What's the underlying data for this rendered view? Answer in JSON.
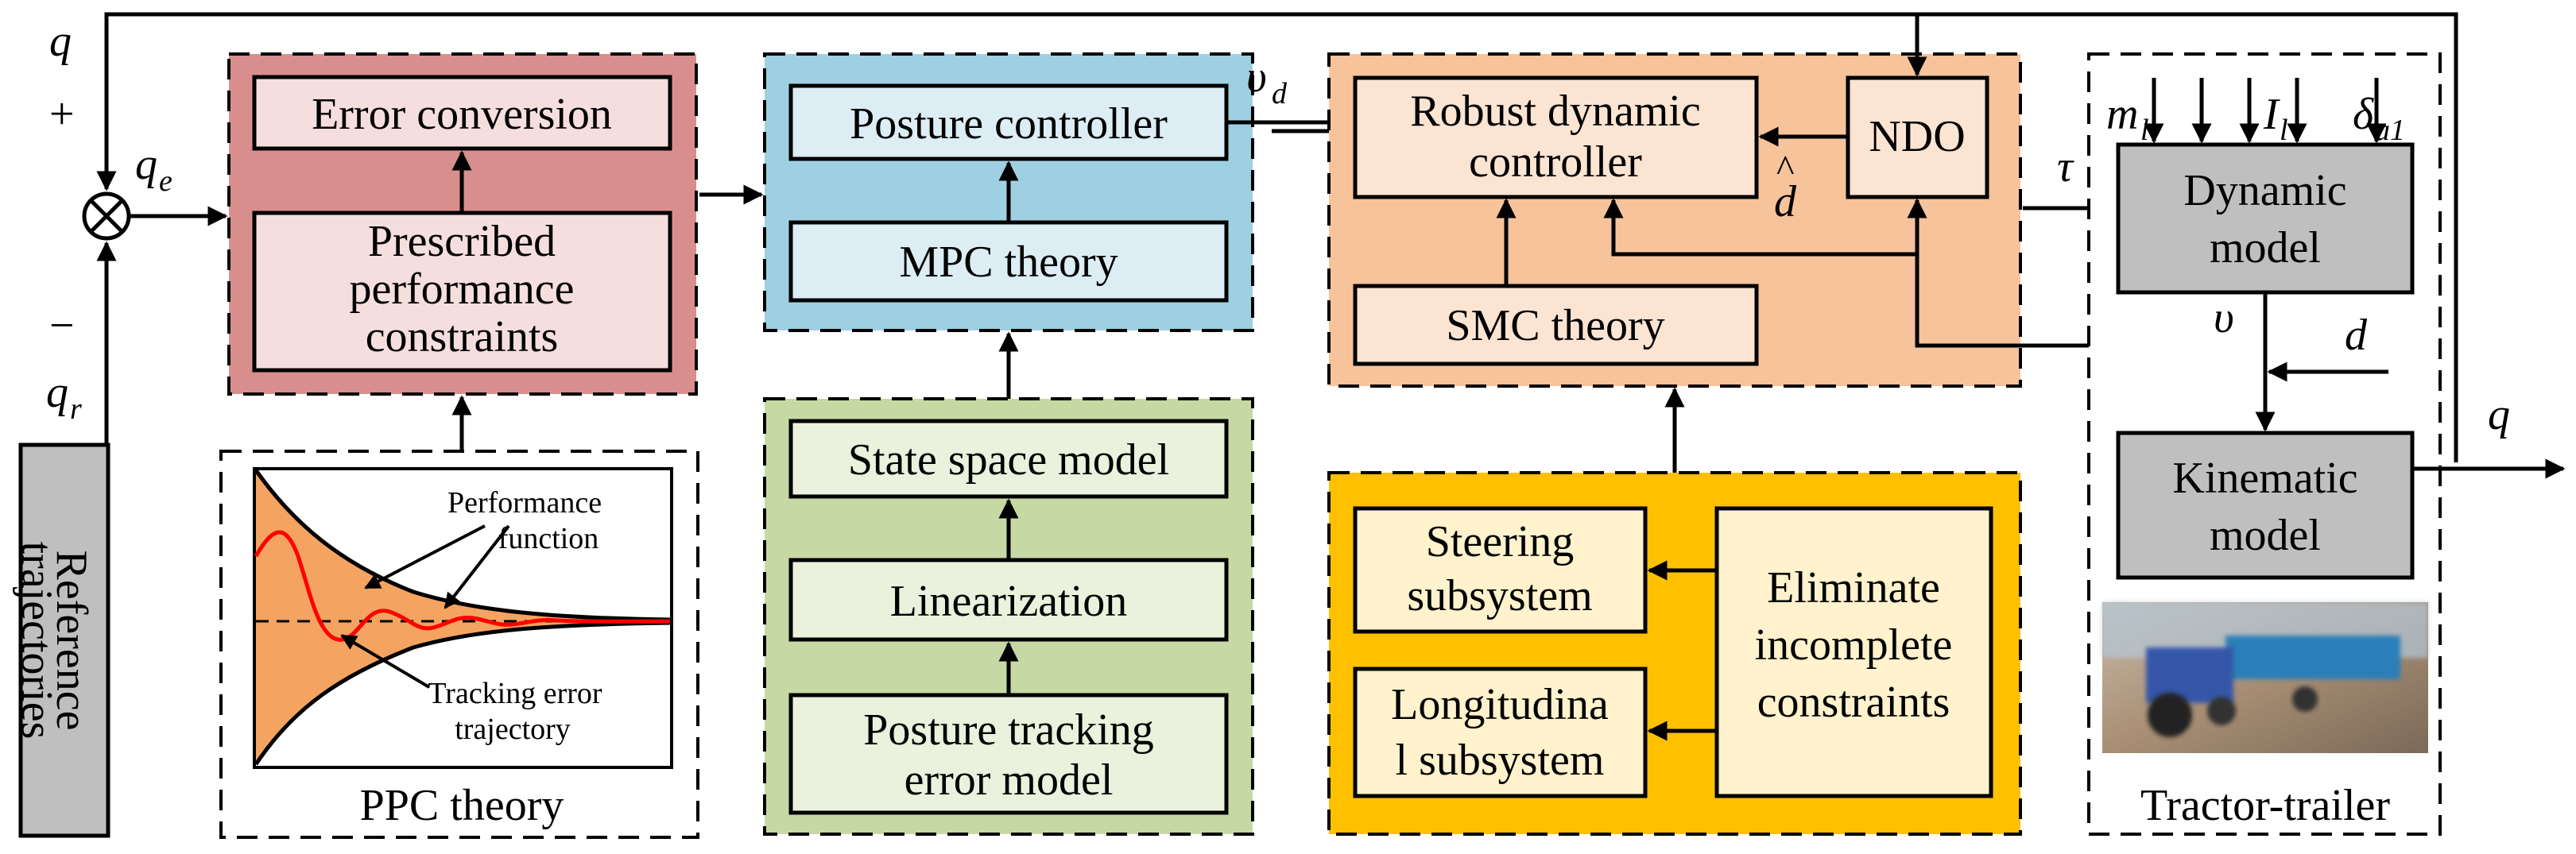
{
  "ppc": {
    "error_conversion": "Error conversion",
    "prescribed_lines": [
      "Prescribed",
      "performance",
      "constraints"
    ],
    "theory": "PPC theory",
    "performance_function_lines": [
      "Performance",
      "function"
    ],
    "tracking_error_lines": [
      "Tracking error",
      "trajectory"
    ]
  },
  "mpc": {
    "posture_controller": "Posture controller",
    "theory": "MPC theory",
    "state_space": "State space model",
    "linearization": "Linearization",
    "posture_error_lines": [
      "Posture  tracking",
      "error model"
    ]
  },
  "smc": {
    "robust_lines": [
      "Robust dynamic",
      "controller"
    ],
    "ndo": "NDO",
    "theory": "SMC theory",
    "steering_lines": [
      "Steering",
      "subsystem"
    ],
    "longitudinal_lines": [
      "Longitudina",
      "l subsystem"
    ],
    "eliminate_lines": [
      "Eliminate",
      "incomplete",
      "constraints"
    ]
  },
  "tractor": {
    "dynamic_lines": [
      "Dynamic",
      "model"
    ],
    "kinematic_lines": [
      "Kinematic",
      "model"
    ],
    "label": "Tractor-trailer",
    "photo_icon": "tractor-trailer-photo"
  },
  "reference_lines": [
    "Reference",
    "trajectories"
  ],
  "symbols": {
    "q": "q",
    "plus": "+",
    "minus": "−",
    "qe": "q",
    "qe_sub": "e",
    "qr": "q",
    "qr_sub": "r",
    "vd": "υ",
    "vd_sub": "d",
    "dhat": "d",
    "dhat_mark": "^",
    "tau": "τ",
    "ml": "m",
    "ml_sub": "l",
    "Il": "I",
    "Il_sub": "l",
    "delta": "δ",
    "delta_sub": "a1",
    "v": "υ",
    "d": "d",
    "q_out": "q"
  },
  "colors": {
    "ppc_fill": "#d98e8e",
    "ppc_box": "#f5dede",
    "mpc_fill": "#9fd0e2",
    "mpc_box": "#dcedf4",
    "green_fill": "#c6d9a4",
    "green_box": "#eaf1dd",
    "smc_fill": "#f6c39b",
    "smc_box": "#fce4d3",
    "yellow_fill": "#ffc000",
    "yellow_box": "#fff2cc",
    "gray_box": "#bfbfbf",
    "curve_red": "#ff0000",
    "envelope": "#f4a460"
  }
}
